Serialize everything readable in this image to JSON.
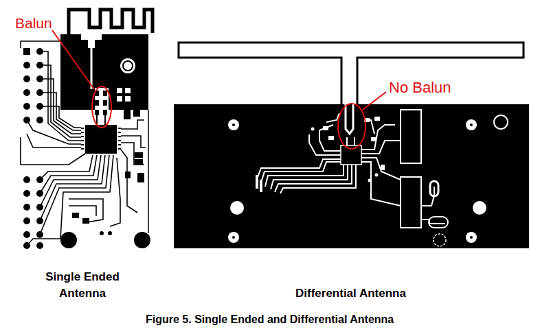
{
  "diagram": {
    "caption": "Figure 5. Single Ended and Differential Antenna",
    "labels": [
      "Balun",
      "No Balun",
      "Single Ended Antenna",
      "Differential Antenna"
    ]
  }
}
